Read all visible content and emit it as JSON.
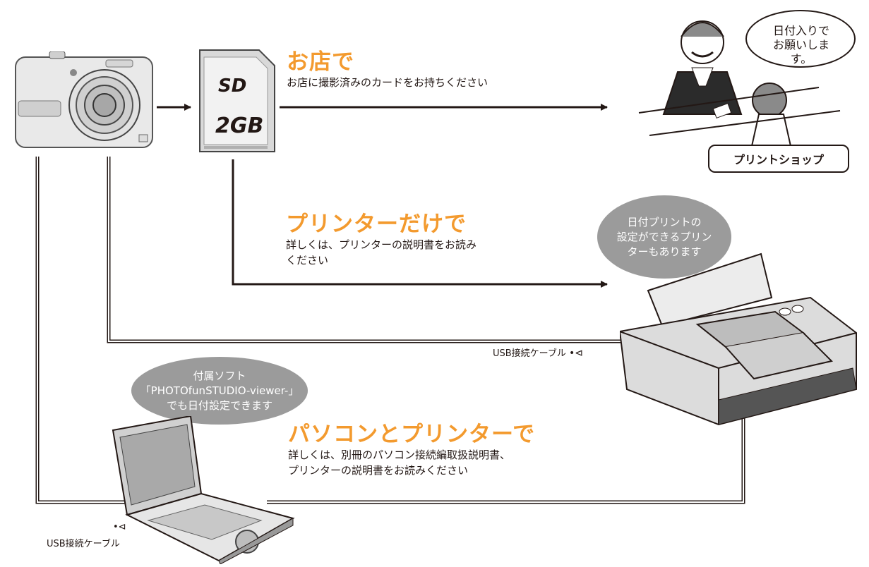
{
  "sd_card": {
    "brand": "SD",
    "capacity": "2GB"
  },
  "shop": {
    "heading": "お店で",
    "description": "お店に撮影済みのカードをお持ちください",
    "speech_line1": "日付入りで",
    "speech_line2": "お願いします。",
    "label": "プリントショップ"
  },
  "printer_only": {
    "heading": "プリンターだけで",
    "description_line1": "詳しくは、プリンターの説明書をお読み",
    "description_line2": "ください",
    "bubble_line1": "日付プリントの",
    "bubble_line2": "設定ができるプリン",
    "bubble_line3": "ターもあります"
  },
  "pc_printer": {
    "heading": "パソコンとプリンターで",
    "description_line1": "詳しくは、別冊のパソコン接続編取扱説明書、",
    "description_line2": "プリンターの説明書をお読みください",
    "bubble_line1": "付属ソフト",
    "bubble_line2": "「PHOTOfunSTUDIO-viewer-」",
    "bubble_line3": "でも日付設定できます"
  },
  "usb_cable_printer": {
    "label": "USB接続ケーブル",
    "icon": "usb-icon"
  },
  "usb_cable_pc": {
    "label": "USB接続ケーブル",
    "icon": "usb-icon"
  },
  "colors": {
    "accent": "#f39a2e",
    "bubble": "#9b9b9b",
    "line": "#231815"
  }
}
